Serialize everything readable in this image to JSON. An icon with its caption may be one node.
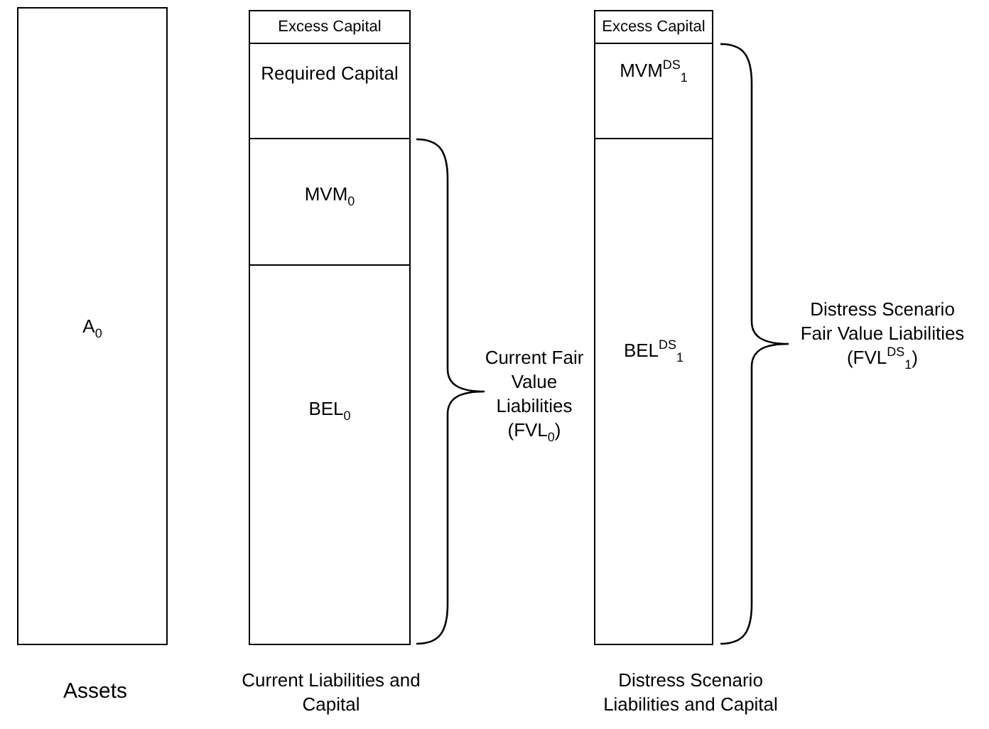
{
  "diagram": {
    "nodes": [
      {
        "text": [
          "A$_{0}$"
        ]
      },
      {
        "text": [
          "Excess Capital"
        ]
      },
      {
        "text": [
          "Required Capital"
        ]
      },
      {
        "text": [
          "MVM$_{0}$"
        ]
      },
      {
        "text": [
          "BEL$_{0}$"
        ]
      },
      {
        "text": [
          "Excess Capital"
        ]
      },
      {
        "text": [
          "MVM$^{DS}$$_{1}$"
        ]
      },
      {
        "text": [
          "BEL$^{DS}$$_{1}$"
        ]
      }
    ],
    "labels": [
      "Current Fair Value Liabilities (FVL$_{0}$)",
      "Distress Scenario Fair Value Liabilities (FVL$^{DS}$$_{1}$)",
      "Assets",
      "Current Liabilities and Capital",
      "Distress Scenario Liabilities and Capital"
    ]
  }
}
